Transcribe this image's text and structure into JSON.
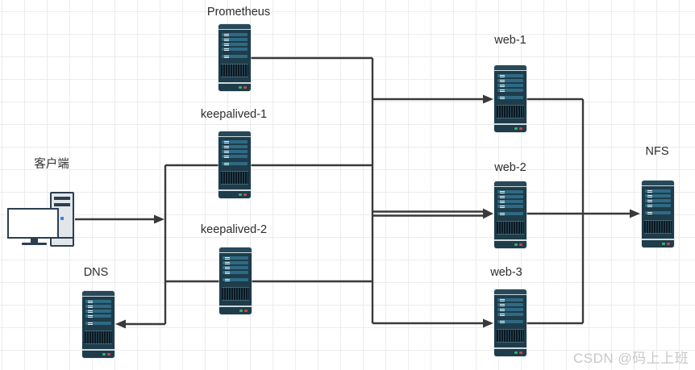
{
  "diagram": {
    "nodes": {
      "client": {
        "label": "客户端",
        "type": "desktop-computer"
      },
      "prometheus": {
        "label": "Prometheus",
        "type": "server"
      },
      "keepalived1": {
        "label": "keepalived-1",
        "type": "server"
      },
      "keepalived2": {
        "label": "keepalived-2",
        "type": "server"
      },
      "dns": {
        "label": "DNS",
        "type": "server"
      },
      "web1": {
        "label": "web-1",
        "type": "server"
      },
      "web2": {
        "label": "web-2",
        "type": "server"
      },
      "web3": {
        "label": "web-3",
        "type": "server"
      },
      "nfs": {
        "label": "NFS",
        "type": "server"
      }
    },
    "edges": [
      {
        "from": "client",
        "to": "lb-junction",
        "arrow": true
      },
      {
        "from": "lb-junction",
        "to": "keepalived-1",
        "arrow": false
      },
      {
        "from": "lb-junction",
        "to": "keepalived-2",
        "arrow": false
      },
      {
        "from": "lb-junction",
        "to": "dns",
        "arrow": true
      },
      {
        "from": "prometheus",
        "to": "web-rail",
        "arrow": false
      },
      {
        "from": "keepalived-1",
        "to": "web-rail",
        "arrow": false
      },
      {
        "from": "keepalived-2",
        "to": "web-rail",
        "arrow": false
      },
      {
        "from": "web-rail",
        "to": "web-1",
        "arrow": true
      },
      {
        "from": "web-rail",
        "to": "web-2",
        "arrow": true,
        "style": "double-line"
      },
      {
        "from": "web-rail",
        "to": "web-3",
        "arrow": true
      },
      {
        "from": "web-1",
        "to": "web-3",
        "arrow": false
      },
      {
        "from": "web-2",
        "to": "nfs",
        "arrow": true
      }
    ],
    "watermark": "CSDN @码上上班",
    "colors": {
      "line": "#3a3a3a",
      "label_text": "#2d2d2d",
      "server_body": "#1e3c4a",
      "server_stripe": "#2f6a84",
      "status_green": "#3fae58",
      "status_red": "#cc4545",
      "client_power_blue": "#2d7ff0",
      "grid_line": "#ececec",
      "watermark_text": "#c7c7c9"
    }
  }
}
